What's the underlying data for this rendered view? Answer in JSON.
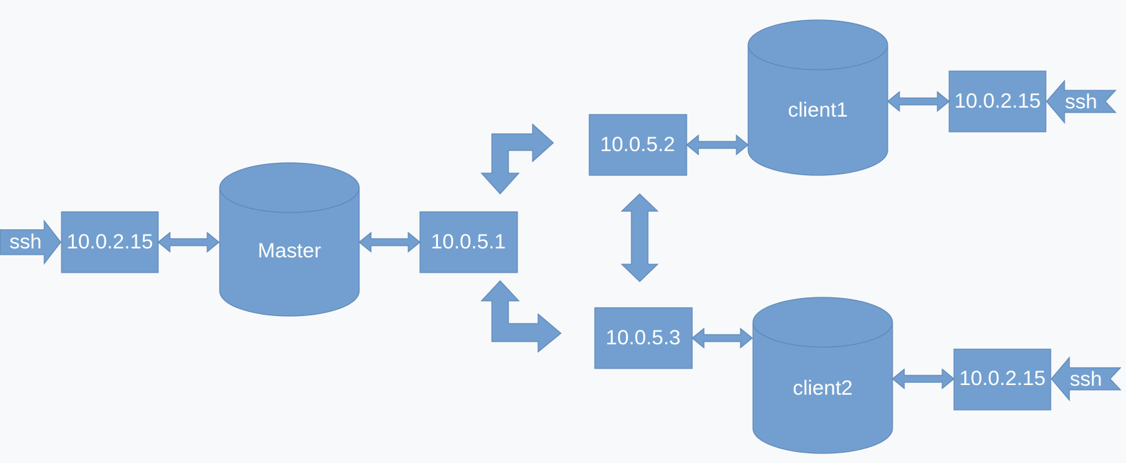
{
  "colors": {
    "background": "#f8f9fa",
    "shape_fill": "#729fcf",
    "shape_stroke": "#5d86b9",
    "text": "#ffffff"
  },
  "nodes": {
    "master": "Master",
    "client1": "client1",
    "client2": "client2"
  },
  "addresses": {
    "master_external": "10.0.2.15",
    "master_internal": "10.0.5.1",
    "client1_internal": "10.0.5.2",
    "client1_external": "10.0.2.15",
    "client2_internal": "10.0.5.3",
    "client2_external": "10.0.2.15"
  },
  "ssh": {
    "left": "ssh",
    "client1": "ssh",
    "client2": "ssh"
  }
}
